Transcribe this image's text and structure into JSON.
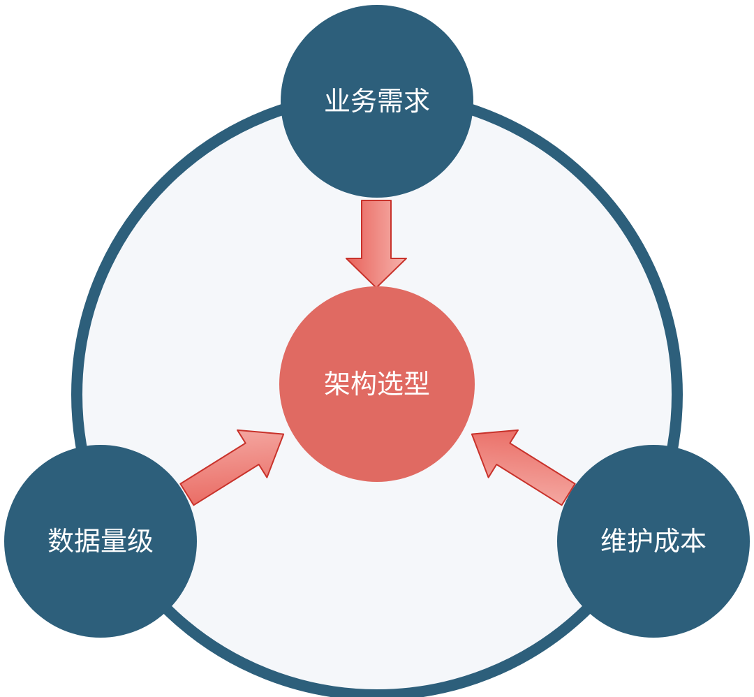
{
  "diagram": {
    "center": {
      "label": "架构选型"
    },
    "nodes": [
      {
        "id": "business",
        "label": "业务需求"
      },
      {
        "id": "data",
        "label": "数据量级"
      },
      {
        "id": "maintenance",
        "label": "维护成本"
      }
    ]
  },
  "colors": {
    "node_fill": "#2d5f7b",
    "ring_stroke": "#2d5f7b",
    "ring_fill": "#f5f7fa",
    "center_fill": "#e06a62",
    "arrow_fill_light": "#f3a09a",
    "arrow_fill_dark": "#e05a52",
    "arrow_stroke": "#c8322b"
  }
}
